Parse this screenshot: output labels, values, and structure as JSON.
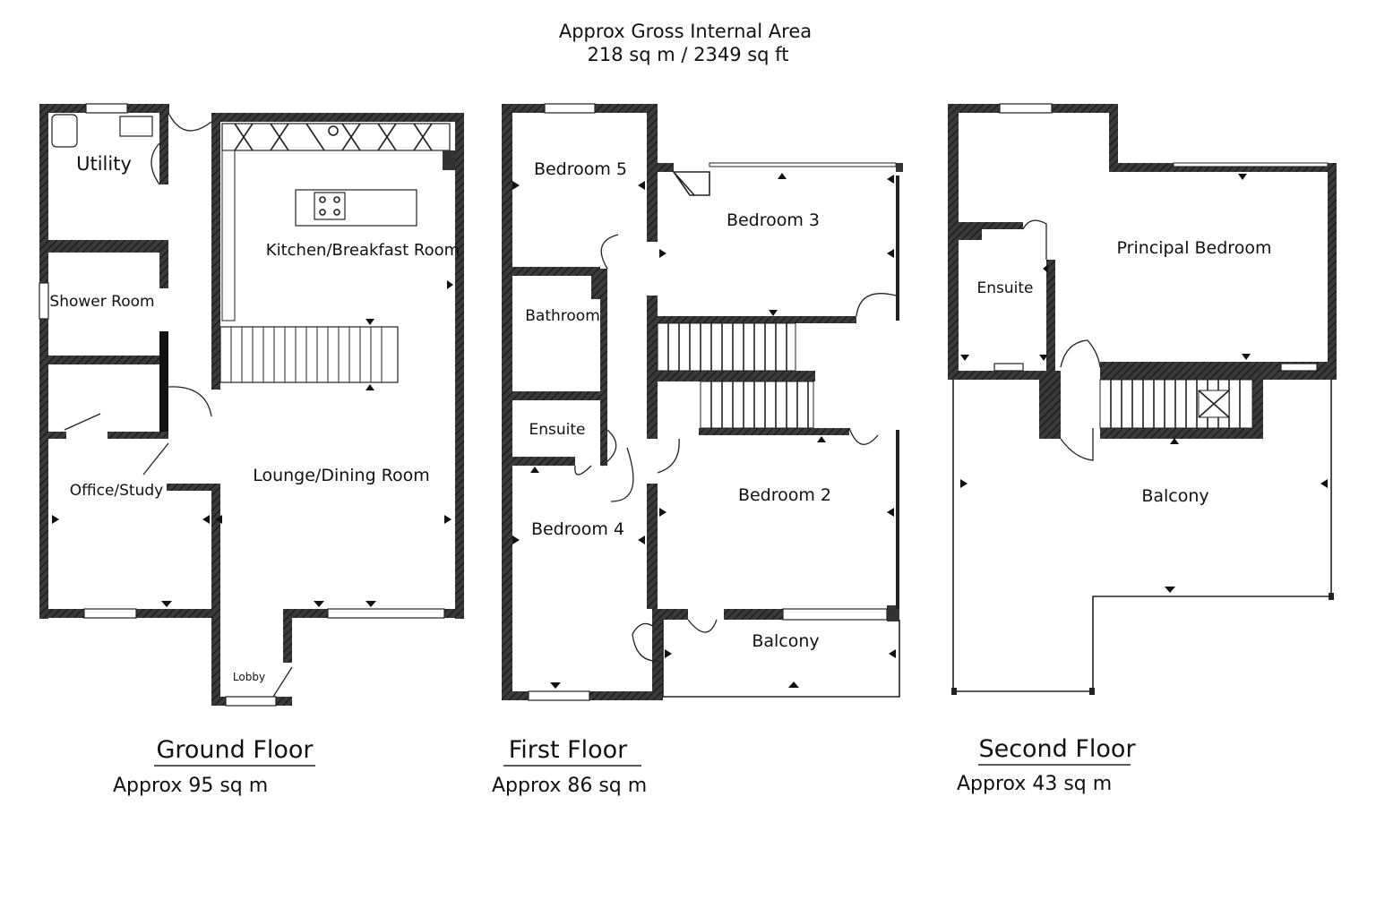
{
  "header": {
    "title": "Approx Gross Internal Area",
    "area": "218 sq m / 2349 sq ft"
  },
  "floors": [
    {
      "name": "Ground Floor",
      "area": "Approx 95 sq m",
      "rooms": {
        "utility": "Utility",
        "shower_room": "Shower Room",
        "kitchen": "Kitchen/Breakfast Room",
        "office": "Office/Study",
        "lounge": "Lounge/Dining Room",
        "lobby": "Lobby"
      }
    },
    {
      "name": "First Floor",
      "area": "Approx 86 sq m",
      "rooms": {
        "bedroom5": "Bedroom 5",
        "bedroom3": "Bedroom 3",
        "bathroom": "Bathroom",
        "ensuite": "Ensuite",
        "bedroom2": "Bedroom 2",
        "bedroom4": "Bedroom 4",
        "balcony": "Balcony"
      }
    },
    {
      "name": "Second Floor",
      "area": "Approx 43 sq m",
      "rooms": {
        "principal": "Principal Bedroom",
        "ensuite": "Ensuite",
        "balcony": "Balcony"
      }
    }
  ],
  "colors": {
    "wall": "#2b2b2b",
    "line": "#222222",
    "background": "#ffffff"
  }
}
